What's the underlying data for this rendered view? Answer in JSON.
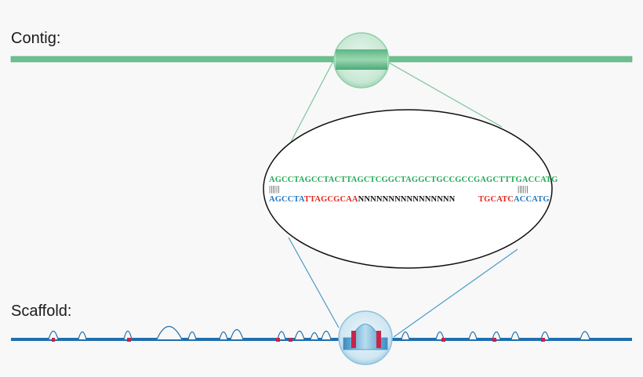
{
  "labels": {
    "contig": "Contig:",
    "scaffold": "Scaffold:"
  },
  "sequences": {
    "contig_seq": "AGCCTAGCCTACTTAGCTCGGCTAGGCTGCCGCCGAGCTTTGACCATG",
    "match_bars_left": "||||||",
    "match_bars_right": "||||||",
    "scaffold_left_blue": "AGCCTA",
    "scaffold_left_red": "TTAGCGCAA",
    "scaffold_gap": "NNNNNNNNNNNNNNNN",
    "scaffold_right_red": "TGCATC",
    "scaffold_right_blue": "ACCATG"
  },
  "colors": {
    "contig_green": "#6cc08e",
    "contig_seq_green": "#22aa55",
    "scaffold_blue": "#1f6fae",
    "seq_blue": "#1f77c0",
    "seq_red": "#e0281e",
    "gap_black": "#111111",
    "red_mark": "#c8244a",
    "zoom_line_green": "#7cc49a",
    "zoom_line_blue": "#4a9cc8"
  }
}
